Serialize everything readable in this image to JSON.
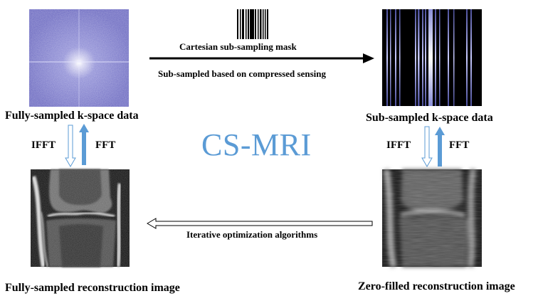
{
  "title": "CS-MRI",
  "labels": {
    "full_kspace": "Fully-sampled k-space data",
    "sub_kspace": "Sub-sampled k-space data",
    "mask": "Cartesian sub-sampling mask",
    "compressed": "Sub-sampled based on compressed sensing",
    "left_ifft": "IFFT",
    "left_fft": "FFT",
    "right_ifft": "IFFT",
    "right_fft": "FFT",
    "iterative": "Iterative optimization algorithms",
    "full_recon": "Fully-sampled reconstruction image",
    "zero_recon": "Zero-filled reconstruction image"
  },
  "colors": {
    "title": "#5b9bd5",
    "filled_arrow": "#5b9bd5",
    "hollow_arrow": "#5b9bd5",
    "kspace_bg": "#7a78c8",
    "arrow_black": "#000000"
  }
}
